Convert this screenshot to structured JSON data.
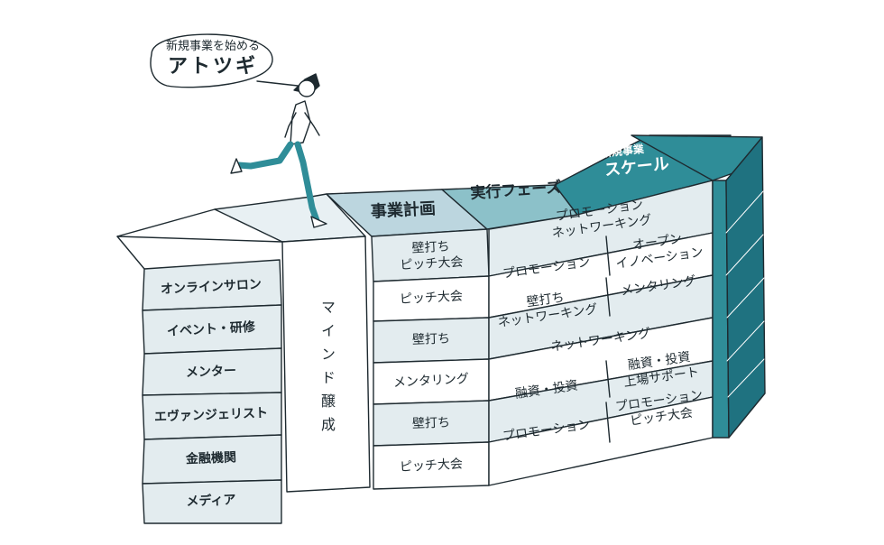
{
  "bubble": {
    "subtitle": "新規事業を始める",
    "title": "アトツギ"
  },
  "stages": {
    "plan": "事業計画",
    "execute": "実行フェーズ",
    "scale_sub": "新規事業",
    "scale": "スケール"
  },
  "support_rows": [
    "オンラインサロン",
    "イベント・研修",
    "メンター",
    "エヴァンジェリスト",
    "金融機関",
    "メディア"
  ],
  "mind": "マインド醸成",
  "plan_cells": [
    "壁打ち\nピッチ大会",
    "ピッチ大会",
    "壁打ち",
    "メンタリング",
    "壁打ち",
    "ピッチ大会"
  ],
  "exec_cells": {
    "row1": "プロモーション\nネットワーキング",
    "row2a": "プロモーション",
    "row2b": "オープン\nイノベーション",
    "row3a": "壁打ち\nネットワーキング",
    "row3b": "メンタリング",
    "row4": "ネットワーキング",
    "row5a": "融資・投資",
    "row5b": "融資・投資\n上場サポート",
    "row6a": "プロモーション",
    "row6b": "プロモーション\nピッチ大会"
  },
  "colors": {
    "ink": "#1e2a30",
    "light_blue": "#e6eef1",
    "mid_blue": "#c7dce3",
    "teal": "#88bcc4",
    "dark_teal": "#2f8d98",
    "deep_teal": "#1f7280"
  }
}
